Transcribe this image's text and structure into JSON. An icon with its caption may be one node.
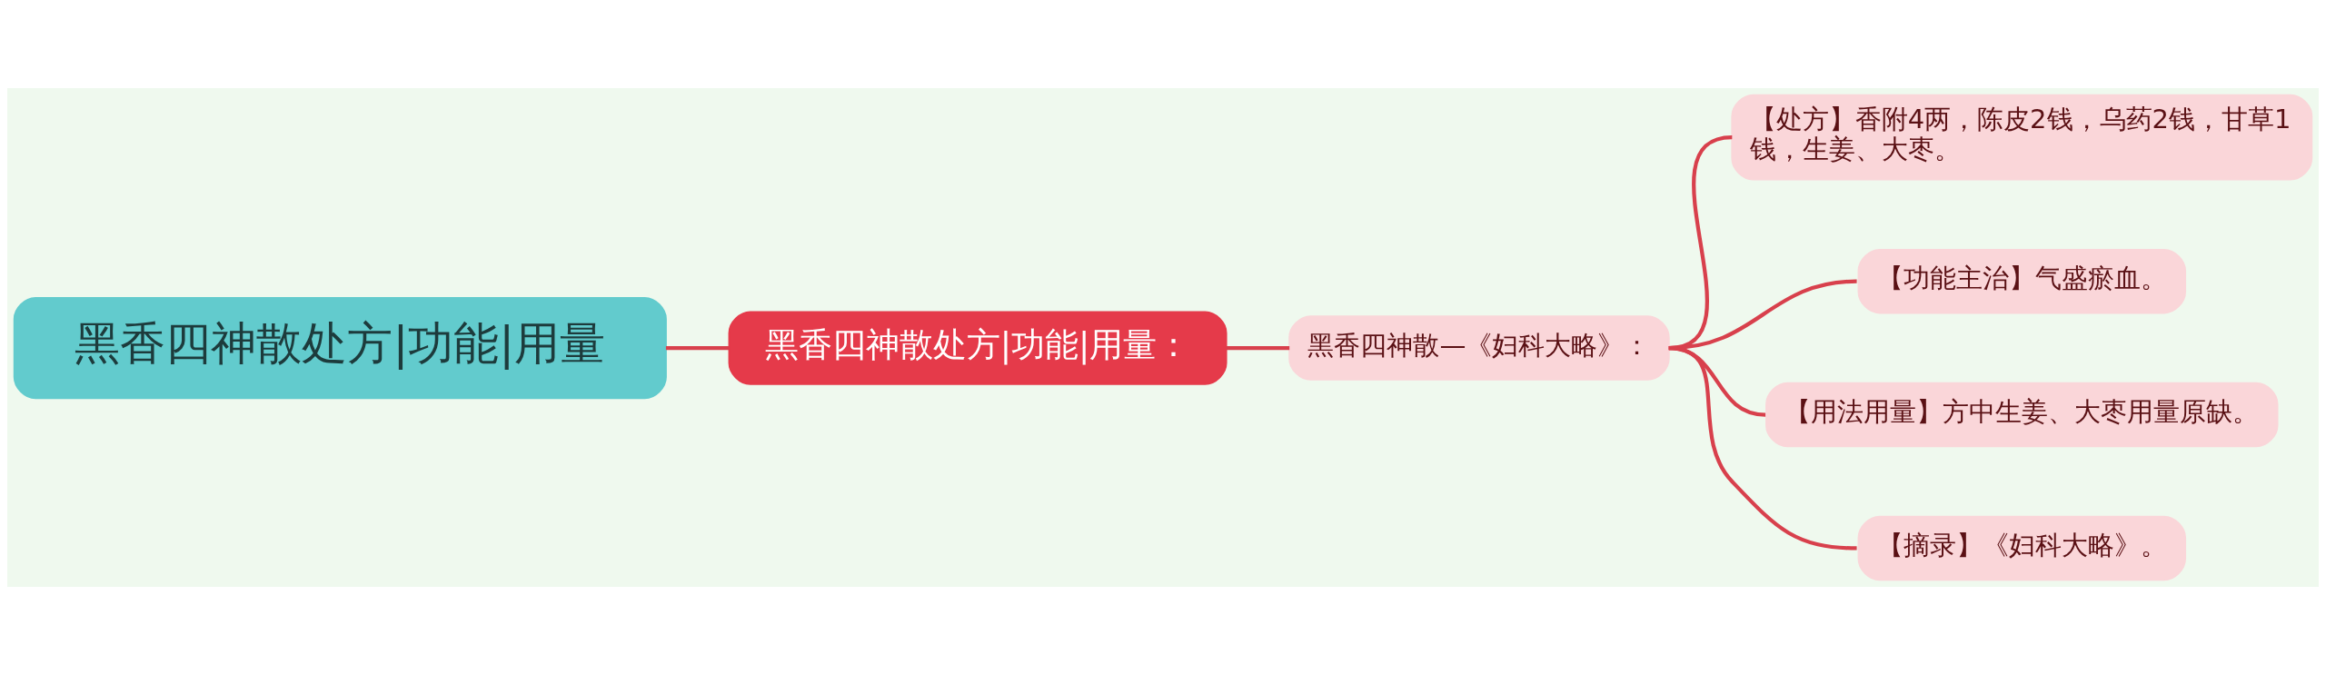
{
  "diagram": {
    "nodes": [
      {
        "text": [
          "黑香四神散处方|功能|用量"
        ]
      },
      {
        "text": [
          "黑香四神散处方|功能|用量："
        ]
      },
      {
        "text": [
          "黑香四神散—《妇科大略》："
        ]
      },
      {
        "text": [
          "【处方】香附4两，陈皮2钱，乌药2钱，甘草1钱，生姜、大枣。"
        ]
      },
      {
        "text": [
          "【功能主治】气盛瘀血。"
        ]
      },
      {
        "text": [
          "【用法用量】方中生姜、大枣用量原缺。"
        ]
      },
      {
        "text": [
          "【摘录】《妇科大略》。"
        ]
      }
    ],
    "edges": [
      {
        "from": 0,
        "to": 1,
        "arrow": "none"
      },
      {
        "from": 1,
        "to": 2,
        "arrow": "none"
      },
      {
        "from": 2,
        "to": 3,
        "arrow": "none"
      },
      {
        "from": 2,
        "to": 4,
        "arrow": "none"
      },
      {
        "from": 2,
        "to": 5,
        "arrow": "none"
      },
      {
        "from": 2,
        "to": 6,
        "arrow": "none"
      }
    ]
  }
}
